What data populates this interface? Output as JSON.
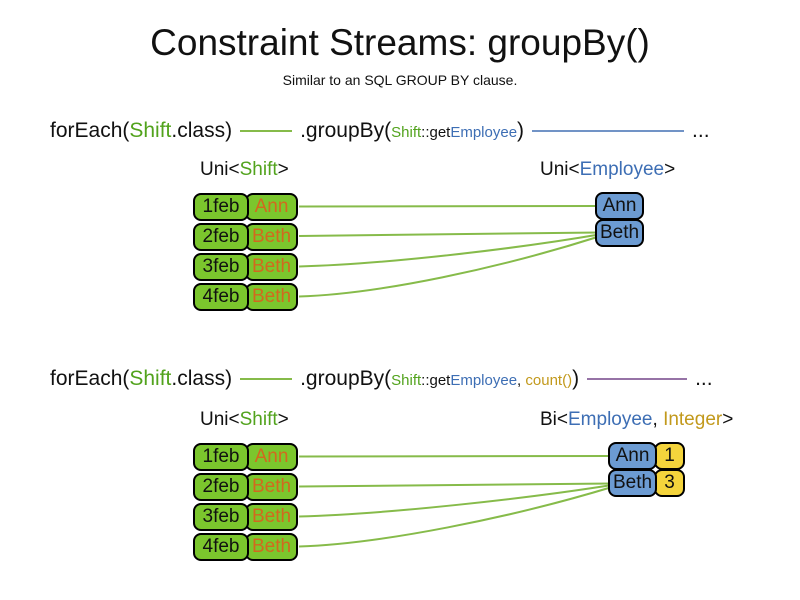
{
  "title": "Constraint Streams: groupBy()",
  "subtitle": "Similar to an SQL GROUP BY clause.",
  "colors": {
    "code_green": "#52a31d",
    "code_blue": "#3d6eb4",
    "code_gold": "#c2991c",
    "employee_orange": "#d2691e",
    "box_green": "#7bc62d",
    "box_blue": "#6c9bd2",
    "box_yellow": "#f4d43c",
    "wire_green": "#86bb4a",
    "wire_blue": "#7193c6",
    "wire_purple": "#9673a6"
  },
  "section1": {
    "code": {
      "foreach_open": "forEach(",
      "foreach_arg": "Shift",
      "foreach_close": ".class)",
      "groupby_open": ".groupBy(",
      "arg_class": "Shift",
      "arg_accessor": "::get",
      "arg_type": "Employee",
      "groupby_close": ")",
      "ellipsis": "..."
    },
    "stream_label_left": {
      "open": "Uni<",
      "type": "Shift",
      "close": ">"
    },
    "stream_label_right": {
      "open": "Uni<",
      "type": "Employee",
      "close": ">"
    },
    "shifts": [
      {
        "date": "1feb",
        "employee": "Ann"
      },
      {
        "date": "2feb",
        "employee": "Beth"
      },
      {
        "date": "3feb",
        "employee": "Beth"
      },
      {
        "date": "4feb",
        "employee": "Beth"
      }
    ],
    "groups": [
      {
        "employee": "Ann"
      },
      {
        "employee": "Beth"
      }
    ]
  },
  "section2": {
    "code": {
      "foreach_open": "forEach(",
      "foreach_arg": "Shift",
      "foreach_close": ".class)",
      "groupby_open": ".groupBy(",
      "arg_class": "Shift",
      "arg_accessor": "::get",
      "arg_type": "Employee",
      "arg_separator": ", ",
      "arg_count": "count()",
      "groupby_close": ")",
      "ellipsis": "..."
    },
    "stream_label_left": {
      "open": "Uni<",
      "type": "Shift",
      "close": ">"
    },
    "stream_label_right": {
      "open": "Bi<",
      "type1": "Employee",
      "separator": ", ",
      "type2": "Integer",
      "close": ">"
    },
    "shifts": [
      {
        "date": "1feb",
        "employee": "Ann"
      },
      {
        "date": "2feb",
        "employee": "Beth"
      },
      {
        "date": "3feb",
        "employee": "Beth"
      },
      {
        "date": "4feb",
        "employee": "Beth"
      }
    ],
    "groups": [
      {
        "employee": "Ann",
        "count": "1"
      },
      {
        "employee": "Beth",
        "count": "3"
      }
    ]
  }
}
